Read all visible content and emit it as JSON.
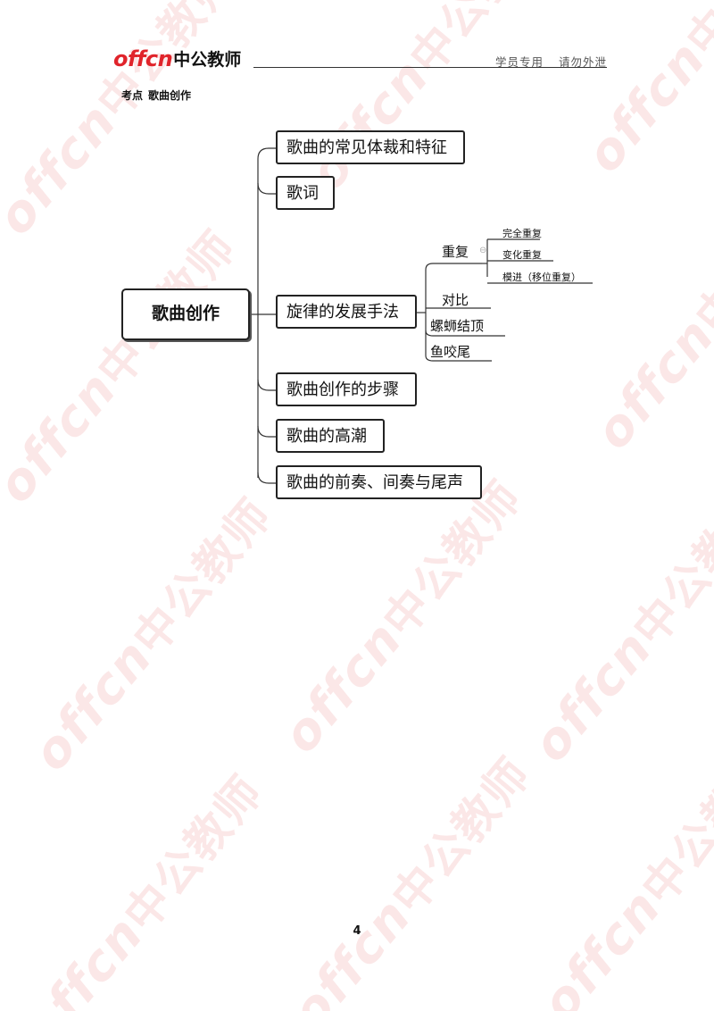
{
  "watermark": {
    "latin": "offcn",
    "cn": "中公教师"
  },
  "header": {
    "logo_latin": "offcn",
    "logo_cn": "中公教师",
    "right_labels": [
      "学员专用",
      "请勿外泄"
    ]
  },
  "topic": {
    "prefix": "考点",
    "title": "歌曲创作"
  },
  "mindmap": {
    "root": "歌曲创作",
    "branches": [
      "歌曲的常见体裁和特征",
      "歌词",
      "旋律的发展手法",
      "歌曲创作的步骤",
      "歌曲的高潮",
      "歌曲的前奏、间奏与尾声"
    ],
    "melody_methods": [
      "重复",
      "对比",
      "螺蛳结顶",
      "鱼咬尾"
    ],
    "repeat_types": [
      "完全重复",
      "变化重复",
      "模进（移位重复）"
    ]
  },
  "page_number": "4"
}
